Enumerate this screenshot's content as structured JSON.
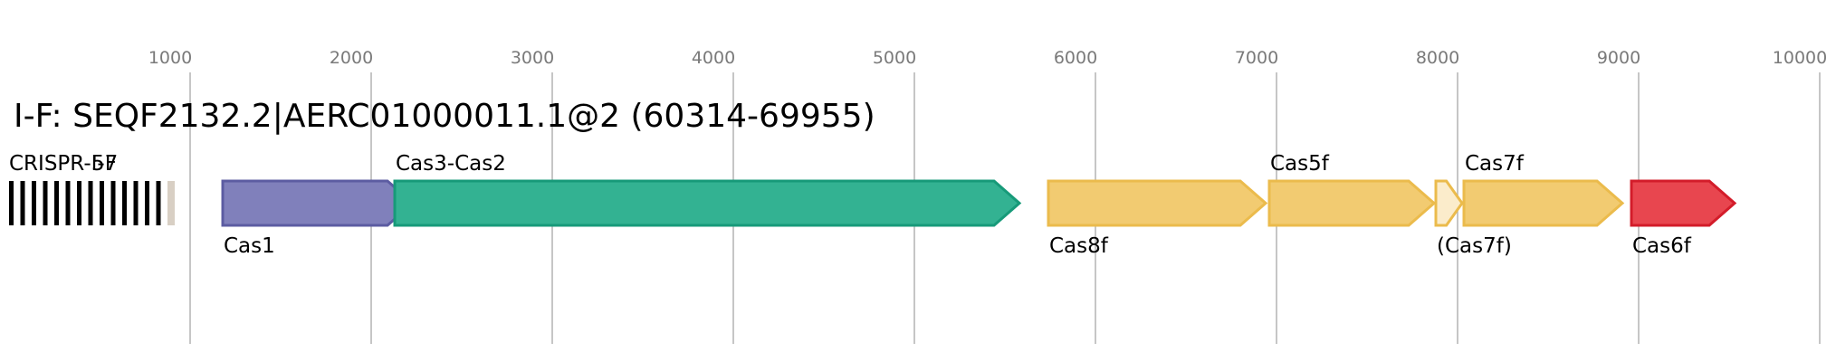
{
  "title": "I-F: SEQF2132.2|AERC01000011.1@2 (60314-69955)",
  "axis": {
    "ticks": [
      1000,
      2000,
      3000,
      4000,
      5000,
      6000,
      7000,
      8000,
      9000,
      10000
    ],
    "tick_labels": [
      "1000",
      "2000",
      "3000",
      "4000",
      "5000",
      "6000",
      "7000",
      "8000",
      "9000",
      "10000"
    ]
  },
  "colors": {
    "grid": "#b4b4b4",
    "tick_text": "#7a7a7a",
    "crispr_repeat": "#000000",
    "crispr_end": "#d8cfc4"
  },
  "crispr_array": {
    "label": "CRISPR-I-F",
    "count_label": "57",
    "start": -95,
    "end": 820,
    "repeat_count": 15
  },
  "genes": [
    {
      "name": "Cas1",
      "label": "Cas1",
      "start": 1180,
      "end": 2230,
      "strand": "+",
      "label_pos": "below",
      "fill": "#8080bb",
      "stroke": "#5c5ca2",
      "hollow": false
    },
    {
      "name": "Cas3-Cas2",
      "label": "Cas3-Cas2",
      "start": 2130,
      "end": 5580,
      "strand": "+",
      "label_pos": "above",
      "fill": "#33b292",
      "stroke": "#179a79",
      "hollow": false
    },
    {
      "name": "Cas8f",
      "label": "Cas8f",
      "start": 5740,
      "end": 6940,
      "strand": "+",
      "label_pos": "below",
      "fill": "#f2cb71",
      "stroke": "#ebbb4c",
      "hollow": false
    },
    {
      "name": "Cas5f",
      "label": "Cas5f",
      "start": 6960,
      "end": 7870,
      "strand": "+",
      "label_pos": "above",
      "fill": "#f2cb71",
      "stroke": "#ebbb4c",
      "hollow": false
    },
    {
      "name": "(Cas7f)",
      "label": "(Cas7f)",
      "start": 7880,
      "end": 8025,
      "strand": "+",
      "label_pos": "below",
      "fill": "#fbeccb",
      "stroke": "#ebbb4c",
      "hollow": true
    },
    {
      "name": "Cas7f",
      "label": "Cas7f",
      "start": 8035,
      "end": 8910,
      "strand": "+",
      "label_pos": "above",
      "fill": "#f2cb71",
      "stroke": "#ebbb4c",
      "hollow": false
    },
    {
      "name": "Cas6f",
      "label": "Cas6f",
      "start": 8960,
      "end": 9530,
      "strand": "+",
      "label_pos": "below",
      "fill": "#e8464f",
      "stroke": "#d31c2a",
      "hollow": false
    }
  ]
}
